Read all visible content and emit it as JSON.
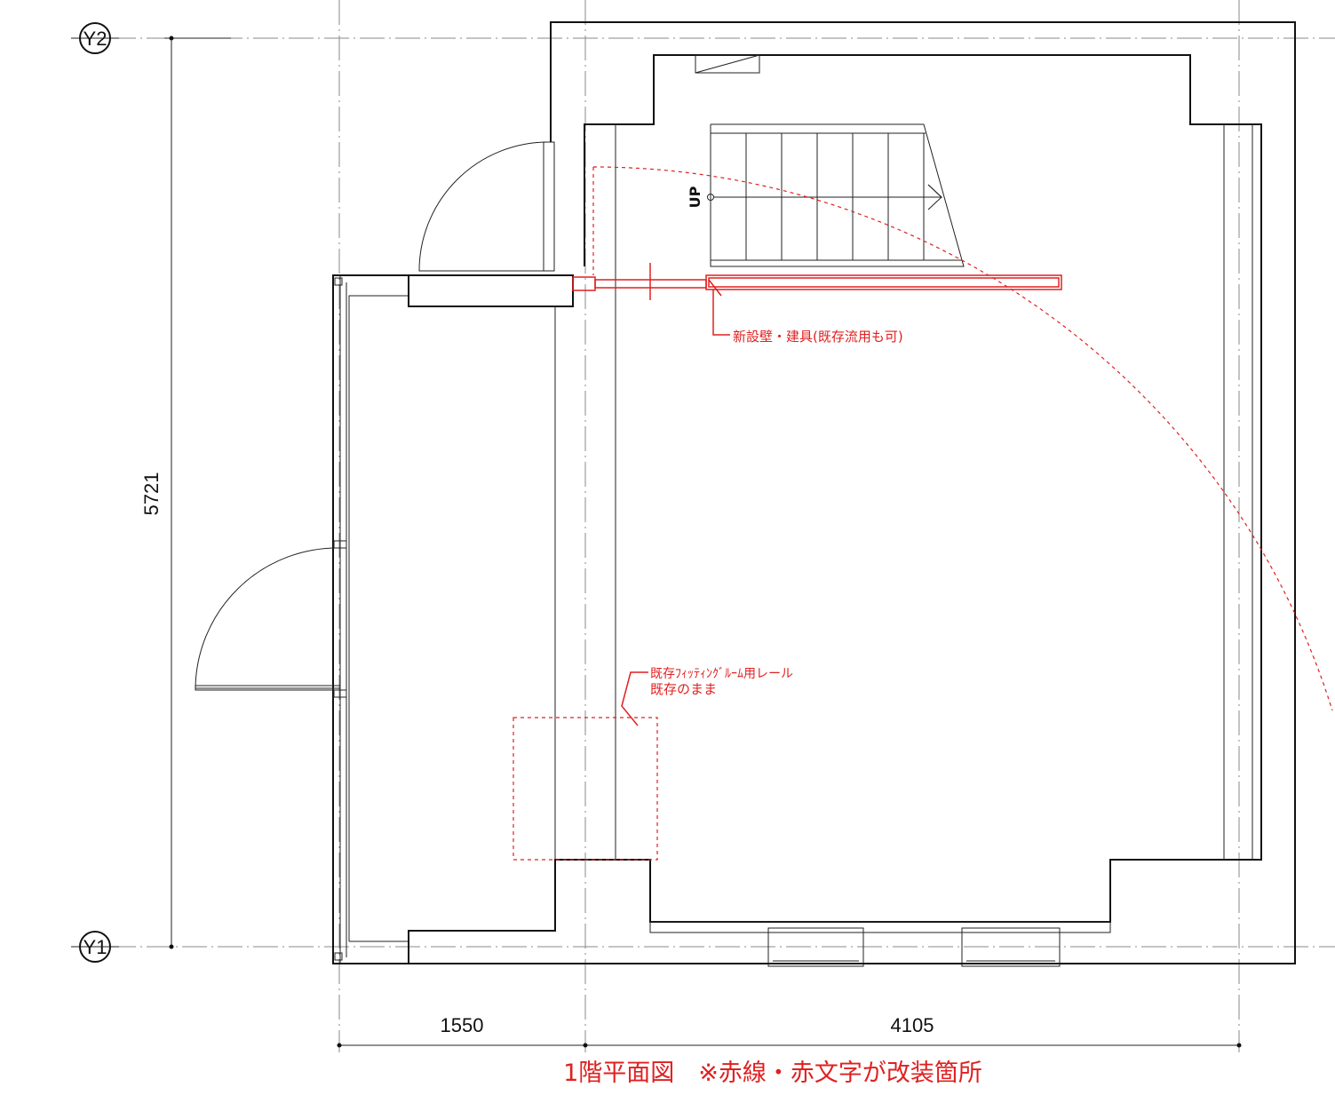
{
  "grid_labels": {
    "y2": "Y2",
    "y1": "Y1"
  },
  "dimensions": {
    "vertical": "5721",
    "horizontal_left": "1550",
    "horizontal_right": "4105"
  },
  "stair_label": "UP",
  "annotations": {
    "new_partition": "新設壁・建具(既存流用も可)",
    "fitting_rail_line1": "既存ﾌｨｯﾃｨﾝｸﾞﾙｰﾑ用レール",
    "fitting_rail_line2": "既存のまま"
  },
  "title": "1階平面図　※赤線・赤文字が改装箇所",
  "colors": {
    "line": "#111111",
    "renovation": "#e02020",
    "grid": "#888888"
  }
}
